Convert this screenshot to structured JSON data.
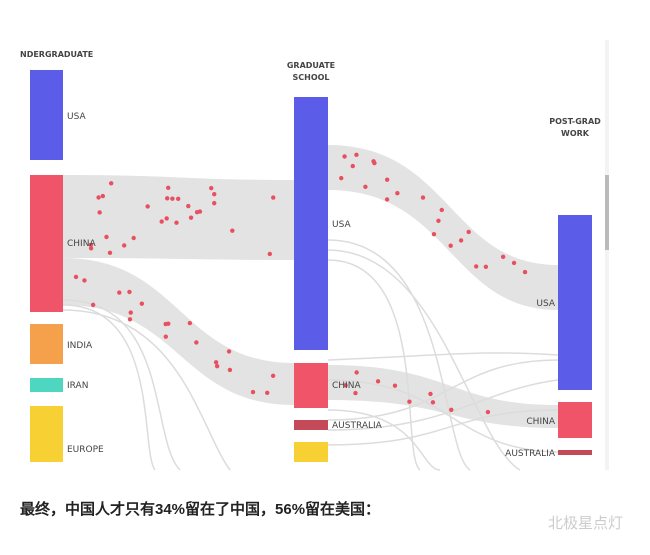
{
  "columns": {
    "undergrad": "NDERGRADUATE",
    "grad": [
      "GRADUATE",
      "SCHOOL"
    ],
    "post": [
      "POST-GRAD",
      "WORK"
    ]
  },
  "nodes": {
    "undergrad": [
      "USA",
      "CHINA",
      "INDIA",
      "IRAN",
      "EUROPE"
    ],
    "grad": [
      "USA",
      "CHINA",
      "AUSTRALIA"
    ],
    "post": [
      "USA",
      "CHINA",
      "AUSTRALIA"
    ]
  },
  "colors": {
    "usa": "#5b5de8",
    "china": "#f05468",
    "india": "#f5a04a",
    "iran": "#4fd6c0",
    "europe": "#f7d034",
    "australia": "#c44a5a",
    "flow": "#e3e3e3",
    "dot": "#e8505f"
  },
  "caption": "最终，中国人才只有34%留在了中国，56%留在美国：",
  "watermark": "北极星点灯"
}
